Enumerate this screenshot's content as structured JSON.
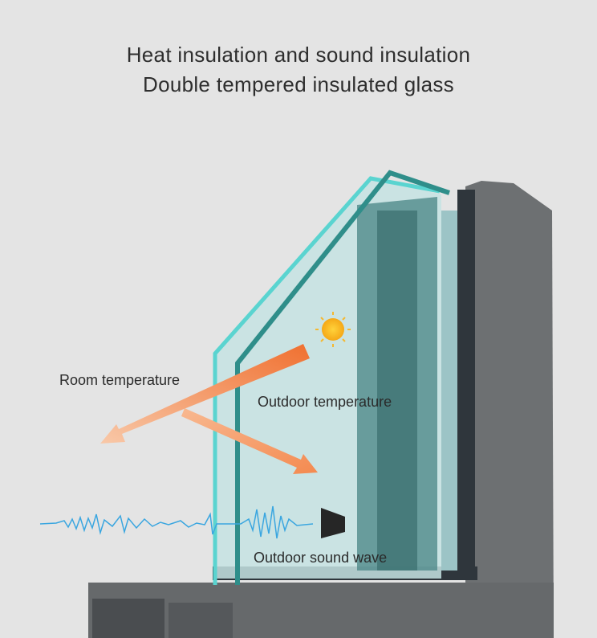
{
  "header": {
    "title_line1": "Heat insulation and sound insulation",
    "title_line2": "Double tempered insulated glass"
  },
  "labels": {
    "room_temperature": "Room temperature",
    "outdoor_temperature": "Outdoor temperature",
    "outdoor_sound_wave": "Outdoor sound wave"
  },
  "colors": {
    "background": "#e4e4e4",
    "frame": "#6b6e70",
    "glass_edge": "#3aa3a0",
    "heat_arrow": "#f07a3a",
    "sound_wave": "#3aa6e0"
  }
}
